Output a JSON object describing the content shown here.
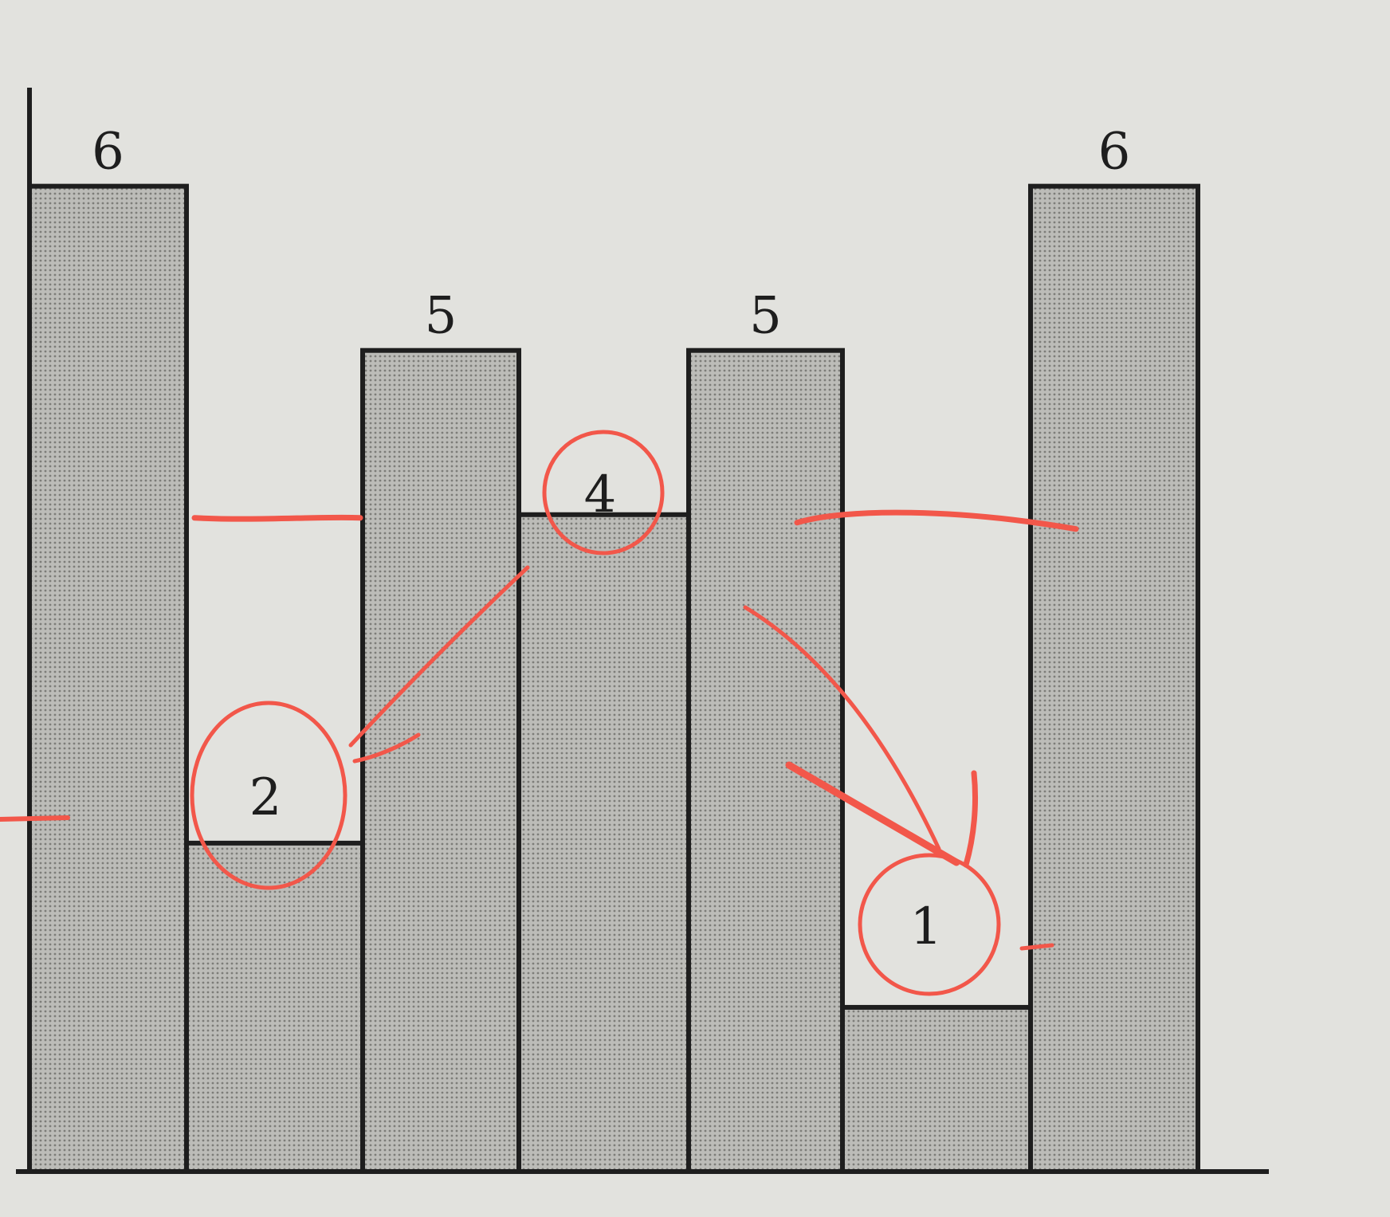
{
  "chart_data": {
    "type": "bar",
    "title": "",
    "xlabel": "",
    "ylabel": "",
    "ylim": [
      0,
      6.6
    ],
    "grid": false,
    "values": [
      6,
      2,
      5,
      4,
      5,
      1,
      6
    ],
    "bar_labels": [
      "6",
      "",
      "5",
      "",
      "5",
      "",
      "6"
    ],
    "annotations": [
      {
        "bar": 1,
        "text": "2"
      },
      {
        "bar": 3,
        "text": "4"
      },
      {
        "bar": 5,
        "text": "1"
      }
    ],
    "colors": {
      "bar_fill": "#b6b6b2",
      "outline": "#1e1e1e",
      "pen": "#f2574a"
    }
  }
}
